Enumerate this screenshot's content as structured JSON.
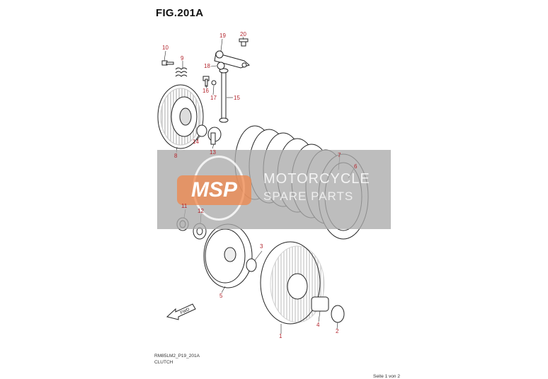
{
  "figure": {
    "title": "FIG.201A",
    "code": "RM85LM2_P19_201A",
    "name": "CLUTCH",
    "page": "Seite 1 von 2"
  },
  "watermark": {
    "logo_text": "MSP",
    "tagline_1": "MOTORCYCLE",
    "tagline_2": "SPARE PARTS",
    "accent_color": "#f0874b"
  },
  "fwd_label": "FWD",
  "callouts": [
    "1",
    "2",
    "3",
    "4",
    "5",
    "6",
    "7",
    "8",
    "9",
    "10",
    "11",
    "12",
    "13",
    "14",
    "15",
    "16",
    "17",
    "18",
    "19",
    "20"
  ],
  "colors": {
    "callout": "#b3262e",
    "line": "#222222"
  }
}
